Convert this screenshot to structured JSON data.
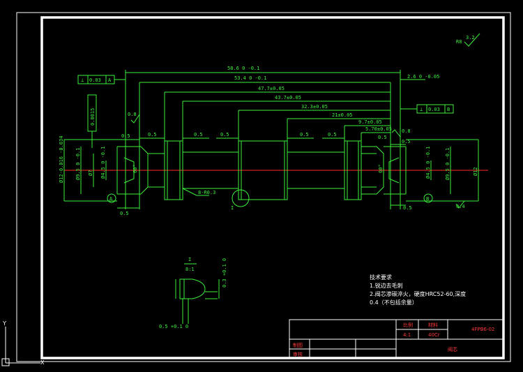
{
  "drawing": {
    "roughness_symbol": {
      "value": "3.2",
      "extra": "R8"
    },
    "dimensions": {
      "overall": "58.6 0 -0.1",
      "length2": "53.4 0 -0.1",
      "length3": "47.7±0.05",
      "length4": "43.7±0.05",
      "length5": "32.3±0.05",
      "length6": "21±0.05",
      "length7": "9.7±0.05",
      "length8": "5.70±0.05",
      "right_tol": "2.6 0 -0.05",
      "gap1": "0.5",
      "gap2": "0.5",
      "gap3": "0.5",
      "gap4": "0.5",
      "gap5": "0.5",
      "gap6": "0.5",
      "gap7": "0.5",
      "gap8": "0.5",
      "left_dia": "Ø12-0.016 -0.034",
      "dia_left_a": "Ø9.5 0 -0.1",
      "dia_left_b": "Ø7",
      "dia_left_c": "Ø4.5 0 -0.1",
      "dia_right_a": "Ø4.5 0 -0.1",
      "dia_right_b": "Ø9.5 0 -0.1",
      "dia_right_c": "Ø12",
      "radius": "8-R0.3",
      "angle_r": "60°",
      "angle_l": "60°",
      "ra_left": "0.8",
      "ra_right": "0.8",
      "ra_bottom": "0.4",
      "bottom_05_left": "0.5",
      "bottom_05_right": "0.5",
      "datum_a": "A",
      "datum_b": "B"
    },
    "tolerance_frames": {
      "left": {
        "symbol": "⊥",
        "value": "0.03",
        "datum": "A"
      },
      "right": {
        "symbol": "⊥",
        "value": "0.03",
        "datum": "B"
      },
      "vertical": {
        "value": "0.0015"
      }
    },
    "section_label": "I",
    "detail": {
      "title": "I",
      "scale": "8:1",
      "dim_a": "0.5 +0.1 0",
      "dim_b": "0.3 +0.1 0"
    },
    "notes": {
      "heading": "技术要求",
      "line1": "1.锐边去毛刺",
      "line2": "2.阀芯渗碳淬火，硬度HRC52-60,深度",
      "line3": "0.4（不包括余量）"
    },
    "title_block": {
      "ratio_label": "比例",
      "material_label": "材料",
      "ratio": "4:1",
      "material": "40Cr",
      "drawing_no": "4FPB6-02",
      "drawn_label": "制图",
      "check_label": "审核",
      "part_name": "阀芯"
    },
    "colors": {
      "line": "#3cf03c",
      "frame": "#ffffff",
      "center": "#ff2a2a"
    }
  }
}
